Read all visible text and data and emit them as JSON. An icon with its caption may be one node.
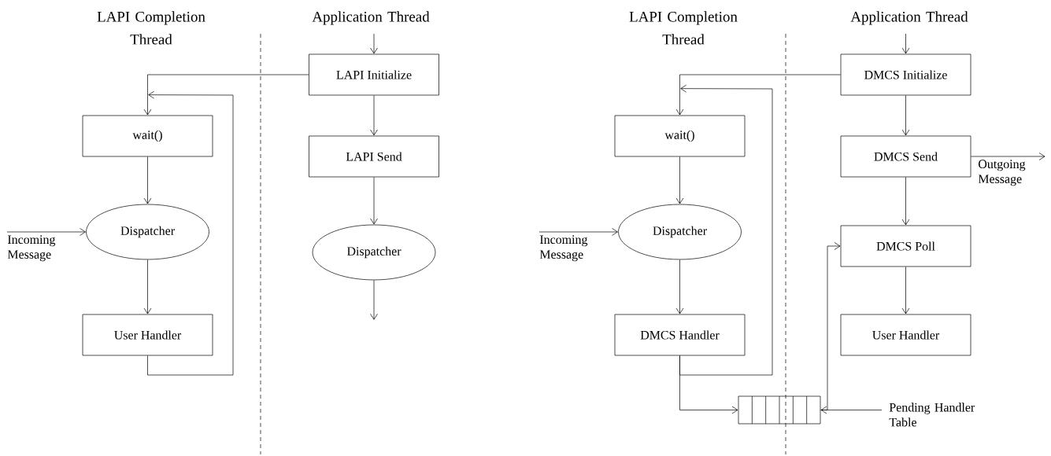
{
  "diagram": {
    "nodes": [
      {
        "text": [
          "wait()"
        ]
      },
      {
        "text": [
          "Dispatcher"
        ]
      },
      {
        "text": [
          "Incoming Message"
        ]
      },
      {
        "text": [
          "User Handler"
        ]
      },
      {
        "text": [
          "LAPI Initialize"
        ]
      },
      {
        "text": [
          "LAPI Send"
        ]
      },
      {
        "text": [
          "Dispatcher"
        ]
      },
      {
        "text": [
          "wait()"
        ]
      },
      {
        "text": [
          "Dispatcher"
        ]
      },
      {
        "text": [
          "Incoming Message"
        ]
      },
      {
        "text": [
          "DMCS Handler"
        ]
      },
      {
        "text": [],
        "shape": "box"
      },
      {
        "text": [
          "Pending Handler Table"
        ]
      },
      {
        "text": [
          "DMCS Initialize"
        ]
      },
      {
        "text": [
          "DMCS Send"
        ]
      },
      {
        "text": [
          "Outgoing Message"
        ]
      },
      {
        "text": [
          "DMCS Poll"
        ]
      },
      {
        "text": [
          "User Handler"
        ]
      }
    ],
    "edges": [
      {
        "from": 4,
        "to": 0,
        "arrow": "to"
      },
      {
        "from": 0,
        "to": 1,
        "arrow": "to"
      },
      {
        "from": 2,
        "to": 1,
        "arrow": "to"
      },
      {
        "from": 1,
        "to": 3,
        "arrow": "to"
      },
      {
        "from": 3,
        "to": 0,
        "arrow": "to"
      },
      {
        "from": null,
        "to": 4,
        "arrow": "to"
      },
      {
        "from": 4,
        "to": 5,
        "arrow": "to"
      },
      {
        "from": 5,
        "to": 6,
        "arrow": "to"
      },
      {
        "from": 6,
        "to": null,
        "arrow": "to"
      },
      {
        "from": 13,
        "to": 7,
        "arrow": "to"
      },
      {
        "from": 7,
        "to": 8,
        "arrow": "to"
      },
      {
        "from": 9,
        "to": 8,
        "arrow": "to"
      },
      {
        "from": 8,
        "to": 10,
        "arrow": "to"
      },
      {
        "from": 10,
        "to": 7,
        "arrow": "to"
      },
      {
        "from": 10,
        "to": 11,
        "arrow": "to"
      },
      {
        "from": 11,
        "to": 16,
        "arrow": "to"
      },
      {
        "from": 12,
        "to": 11,
        "arrow": "to"
      },
      {
        "from": null,
        "to": 13,
        "arrow": "to"
      },
      {
        "from": 13,
        "to": 14,
        "arrow": "to"
      },
      {
        "from": 14,
        "to": 15,
        "arrow": "to"
      },
      {
        "from": 14,
        "to": 16,
        "arrow": "to"
      },
      {
        "from": 16,
        "to": 17,
        "arrow": "to"
      }
    ],
    "labels": [
      "LAPI Completion Thread",
      "Application Thread",
      "LAPI Completion Thread",
      "Application Thread"
    ]
  }
}
